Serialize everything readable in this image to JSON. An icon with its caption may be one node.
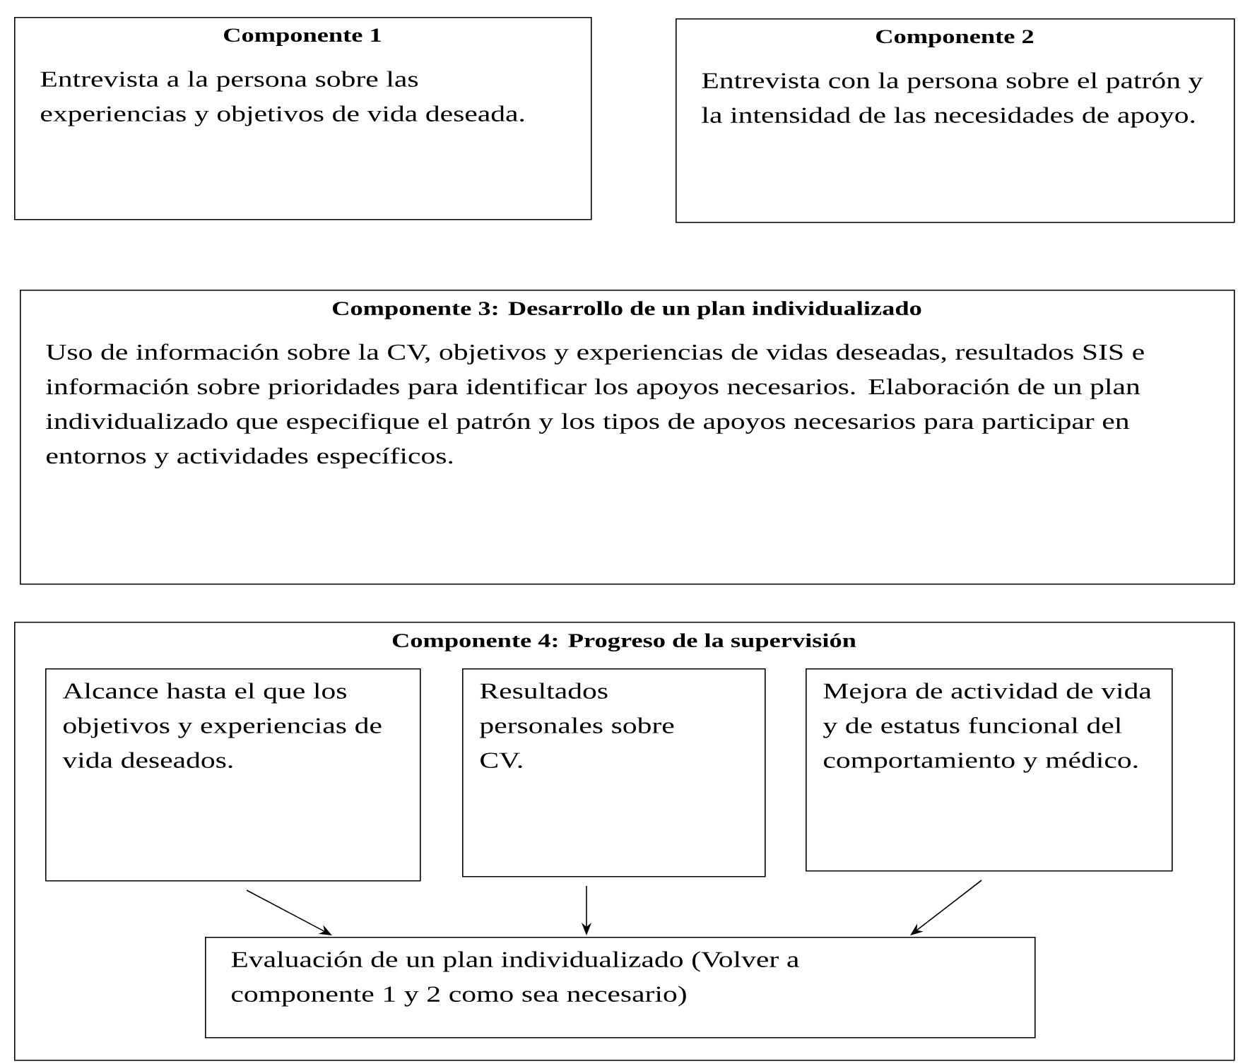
{
  "diagram": {
    "nodes": [
      {
        "text": [
          "Componente 1",
          "Entrevista a la persona sobre las experiencias y objetivos de vida deseada."
        ]
      },
      {
        "text": [
          "Componente 2",
          "Entrevista con la persona sobre el patrón y la intensidad de las necesidades de apoyo."
        ]
      },
      {
        "text": [
          "Componente 3: Desarrollo de un plan individualizado",
          "Uso de información sobre la CV, objetivos y experiencias de vidas deseadas, resultados SIS e información sobre prioridades para identificar los apoyos necesarios. Elaboración de un plan individualizado que especifique el patrón y los tipos de apoyos necesarios para participar en entornos y actividades específicos."
        ]
      },
      {
        "text": [
          "Componente 4: Progreso de la supervisión"
        ]
      },
      {
        "text": [
          "Alcance hasta el que los objetivos y experiencias de vida deseados."
        ],
        "in": 3
      },
      {
        "text": [
          "Resultados personales sobre CV."
        ],
        "in": 3
      },
      {
        "text": [
          "Mejora de actividad de vida y de estatus funcional del comportamiento y médico."
        ],
        "in": 3
      },
      {
        "text": [
          "Evaluación de un plan individualizado (Volver a componente 1 y 2 como sea necesario)"
        ],
        "in": 3
      }
    ],
    "edges": [
      {
        "from": 4,
        "to": 7,
        "arrow": "to"
      },
      {
        "from": 5,
        "to": 7,
        "arrow": "to"
      },
      {
        "from": 6,
        "to": 7,
        "arrow": "to"
      }
    ]
  }
}
